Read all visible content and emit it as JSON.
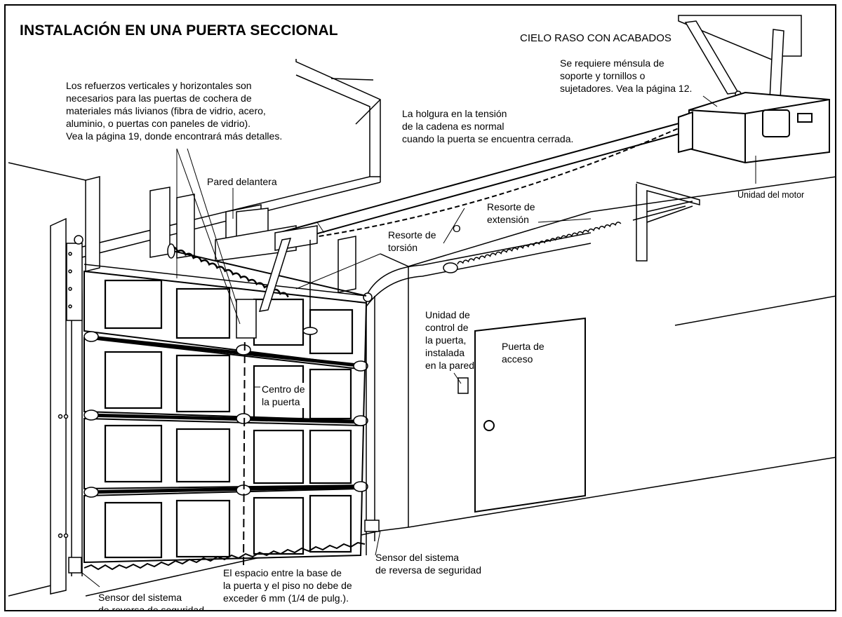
{
  "title": "INSTALACIÓN EN UNA PUERTA SECCIONAL",
  "labels": {
    "ceiling": "CIELO RASO CON ACABADOS",
    "bracket_note": "Se requiere ménsula de\nsoporte y tornillos o\nsujetadores. Vea la página 12.",
    "reinforcement_note": "Los refuerzos verticales y horizontales son\nnecesarios para las puertas de cochera de\nmateriales más livianos (fibra de vidrio, acero,\naluminio, o puertas con paneles de vidrio).\nVea la página 19, donde encontrará más detalles.",
    "chain_slack": "La holgura en la tensión\nde la cadena es normal\ncuando la puerta se encuentra cerrada.",
    "motor_unit": "Unidad del motor",
    "front_wall": "Pared delantera",
    "extension_spring": "Resorte de\nextensión",
    "or": "O",
    "torsion_spring": "Resorte de\ntorsión",
    "wall_control": "Unidad de\ncontrol de\nla puerta,\ninstalada\nen la pared",
    "access_door": "Puerta de\nacceso",
    "door_center": "Centro de\nla puerta",
    "sensor_right": "Sensor del sistema\nde reversa de seguridad",
    "sensor_left": "Sensor del sistema\nde reversa de seguridad",
    "gap_note": "El espacio entre la base de\nla puerta y el piso no debe de\nexceder 6 mm (1/4 de pulg.)."
  }
}
